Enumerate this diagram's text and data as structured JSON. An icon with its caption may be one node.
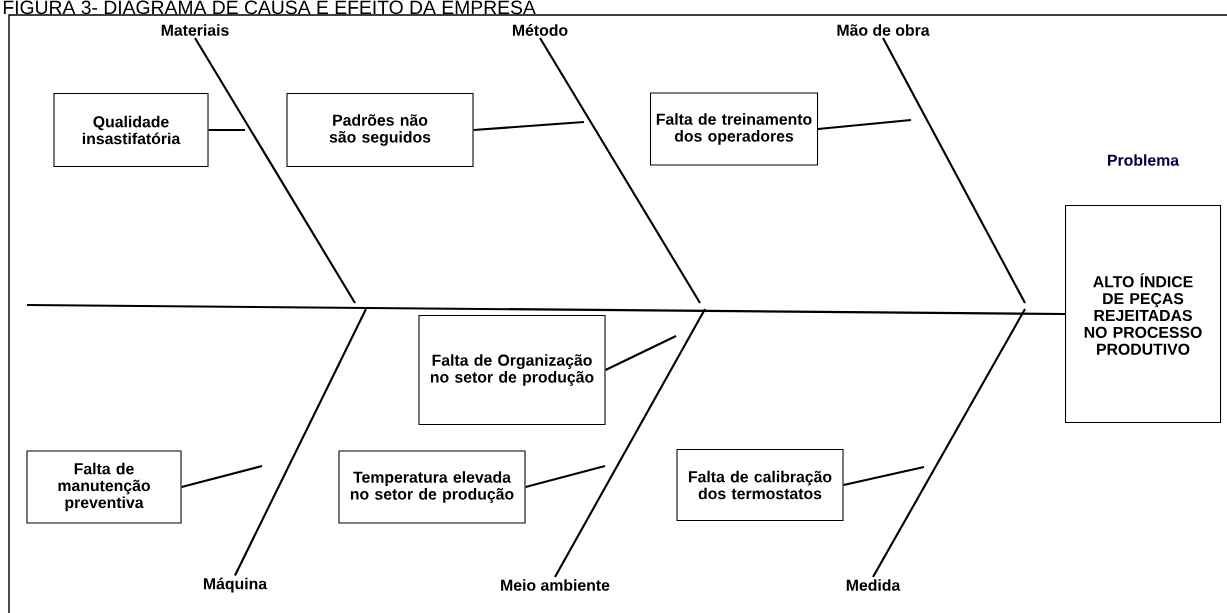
{
  "diagram": {
    "title": "FIGURA 3- DIAGRAMA DE CAUSA E EFEITO DA EMPRESA",
    "nodes": [
      {
        "text": [
          "Materiais"
        ]
      },
      {
        "text": [
          "Método"
        ]
      },
      {
        "text": [
          "Mão de obra"
        ]
      },
      {
        "text": [
          "Qualidade insastifatória"
        ]
      },
      {
        "text": [
          "Padrões não são seguidos"
        ]
      },
      {
        "text": [
          "Falta de treinamento dos operadores"
        ]
      },
      {
        "text": [
          "Problema",
          "ALTO ÍNDICE DE PEÇAS REJEITADAS NO PROCESSO PRODUTIVO"
        ]
      },
      {
        "text": [
          "Falta de Organização no setor de produção"
        ]
      },
      {
        "text": [
          "Falta de manutenção preventiva"
        ]
      },
      {
        "text": [
          "Temperatura elevada no setor de produção"
        ]
      },
      {
        "text": [
          "Falta de calibração dos termostatos"
        ]
      },
      {
        "text": [
          "Máquina"
        ]
      },
      {
        "text": [
          "Meio ambiente"
        ]
      },
      {
        "text": [
          "Medida"
        ]
      }
    ],
    "edges": [
      {
        "from": null,
        "to": 6,
        "arrow": "none"
      },
      {
        "from": 0,
        "to": null,
        "arrow": "none"
      },
      {
        "from": 1,
        "to": null,
        "arrow": "none"
      },
      {
        "from": 2,
        "to": null,
        "arrow": "none"
      },
      {
        "from": 11,
        "to": null,
        "arrow": "none"
      },
      {
        "from": 12,
        "to": null,
        "arrow": "none"
      },
      {
        "from": 13,
        "to": null,
        "arrow": "none"
      },
      {
        "from": 3,
        "to": null,
        "arrow": "none"
      },
      {
        "from": 4,
        "to": null,
        "arrow": "none"
      },
      {
        "from": 5,
        "to": null,
        "arrow": "none"
      },
      {
        "from": 7,
        "to": null,
        "arrow": "none"
      },
      {
        "from": 8,
        "to": null,
        "arrow": "none"
      },
      {
        "from": 9,
        "to": null,
        "arrow": "none"
      },
      {
        "from": 10,
        "to": null,
        "arrow": "none"
      }
    ]
  }
}
